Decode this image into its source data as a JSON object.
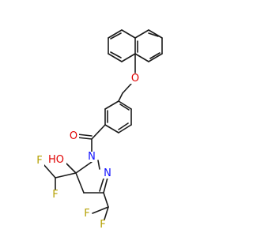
{
  "atoms": {
    "o_ether": "O",
    "o_carbonyl": "O",
    "n1": "N",
    "n2": "N",
    "oh": "HO",
    "f1": "F",
    "f2": "F",
    "f3": "F",
    "f4": "F"
  },
  "colors": {
    "bond": "#1a1a1a",
    "oxygen": "#e00000",
    "nitrogen": "#1010ff",
    "fluorine": "#b4a000"
  }
}
